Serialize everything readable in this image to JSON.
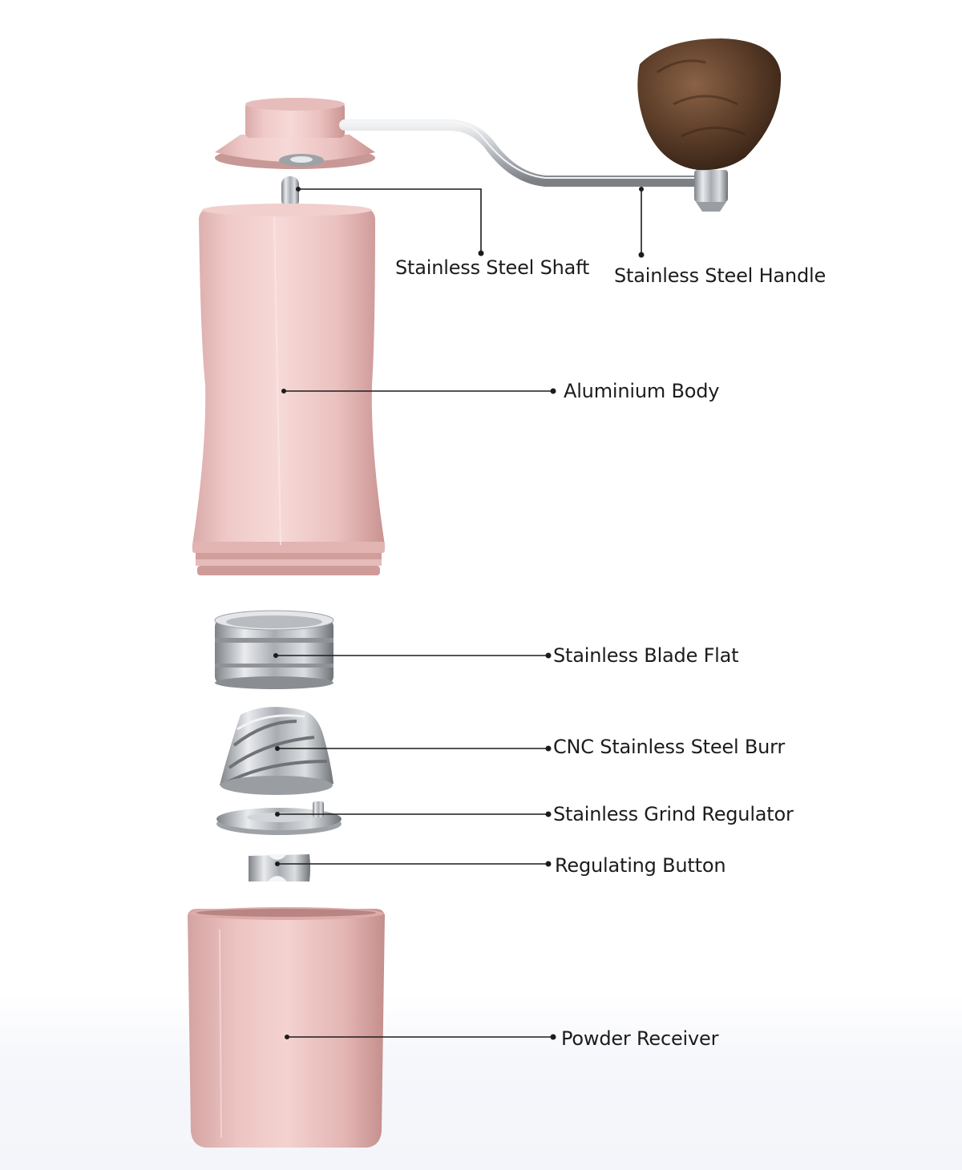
{
  "labels": {
    "shaft": "Stainless Steel Shaft",
    "handle": "Stainless Steel Handle",
    "body": "Aluminium Body",
    "blade": "Stainless Blade Flat",
    "burr": "CNC Stainless Steel Burr",
    "regulator": "Stainless Grind Regulator",
    "button": "Regulating Button",
    "receiver": "Powder Receiver"
  },
  "colors": {
    "body_pink": "#efc6c4",
    "body_pink_dark": "#d9a6a4",
    "steel": "#c9ccd0",
    "steel_dark": "#8a8d92",
    "wood": "#6b4a34",
    "wood_dark": "#3e2718",
    "line": "#1c1c1c"
  }
}
